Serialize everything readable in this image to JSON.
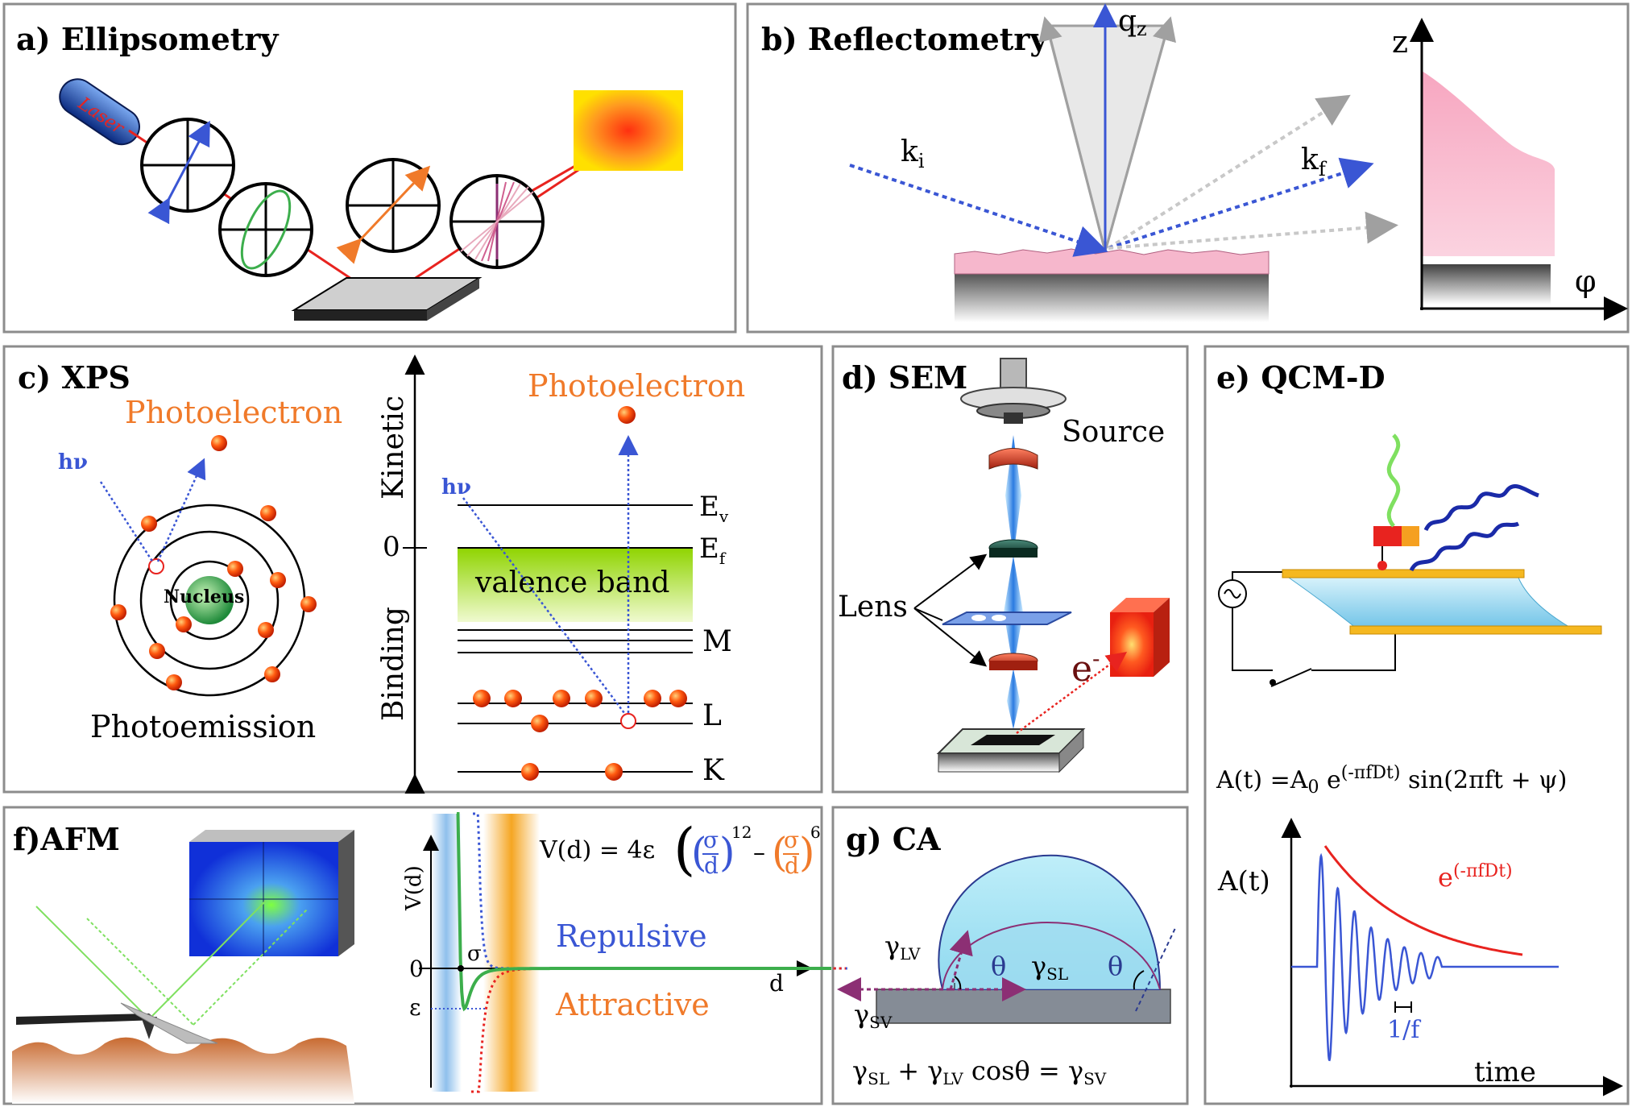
{
  "panels": {
    "a": {
      "title": "a) Ellipsometry",
      "laser_label": "Laser"
    },
    "b": {
      "title": "b) Reflectometry",
      "qz": "q",
      "qz_sub": "z",
      "ki": "k",
      "ki_sub": "i",
      "kf": "k",
      "kf_sub": "f",
      "z_axis": "z",
      "phi_axis": "φ"
    },
    "c": {
      "title": "c) XPS",
      "photoelectron_left": "Photoelectron",
      "photoelectron_right": "Photoelectron",
      "hv_left": "hν",
      "hv_right": "hν",
      "nucleus": "Nucleus",
      "photoemission": "Photoemission",
      "kinetic": "Kinetic",
      "binding": "Binding",
      "zero": "0",
      "ev": "E",
      "ev_sub": "v",
      "ef": "E",
      "ef_sub": "f",
      "valence_band": "valence band",
      "m": "M",
      "l": "L",
      "k": "K"
    },
    "d": {
      "title": "d) SEM",
      "source": "Source",
      "lens": "Lens",
      "electron": "e",
      "electron_sup": "-"
    },
    "e": {
      "title": "e) QCM-D",
      "formula_a": "A(t) =A",
      "formula_a0_sub": "0",
      "formula_e": " e",
      "formula_exp": "(-πfDt)",
      "formula_sin": " sin(2πft + ψ)",
      "y_axis": "A(t)",
      "envelope": "e",
      "envelope_exp": "(-πfDt)",
      "period": "1/f",
      "x_axis": "time"
    },
    "f": {
      "title": "f)AFM",
      "formula": "V(d) = 4ε",
      "sigma": "σ",
      "d": "d",
      "exp12": "12",
      "exp6": "6",
      "y_axis": "V(d)",
      "zero": "0",
      "epsilon": "ε",
      "x_axis": "d",
      "repulsive": "Repulsive",
      "attractive": "Attractive"
    },
    "g": {
      "title": "g) CA",
      "gamma_lv": "γ",
      "gamma_lv_sub": "LV",
      "gamma_sl": "γ",
      "gamma_sl_sub": "SL",
      "gamma_sv": "γ",
      "gamma_sv_sub": "SV",
      "theta": "θ",
      "young_eq_1": "γ",
      "young_eq_sl": "SL",
      "young_eq_2": " + γ",
      "young_eq_lv": "LV",
      "young_eq_3": " cosθ = γ",
      "young_eq_sv": "SV"
    }
  },
  "colors": {
    "border": "#8c8c8c",
    "red": "#e8231f",
    "blue": "#3a56d4",
    "orange": "#f07a2a",
    "green": "#3cae4c",
    "pink": "#f6b7cc",
    "cyan": "#a9e3f2"
  }
}
